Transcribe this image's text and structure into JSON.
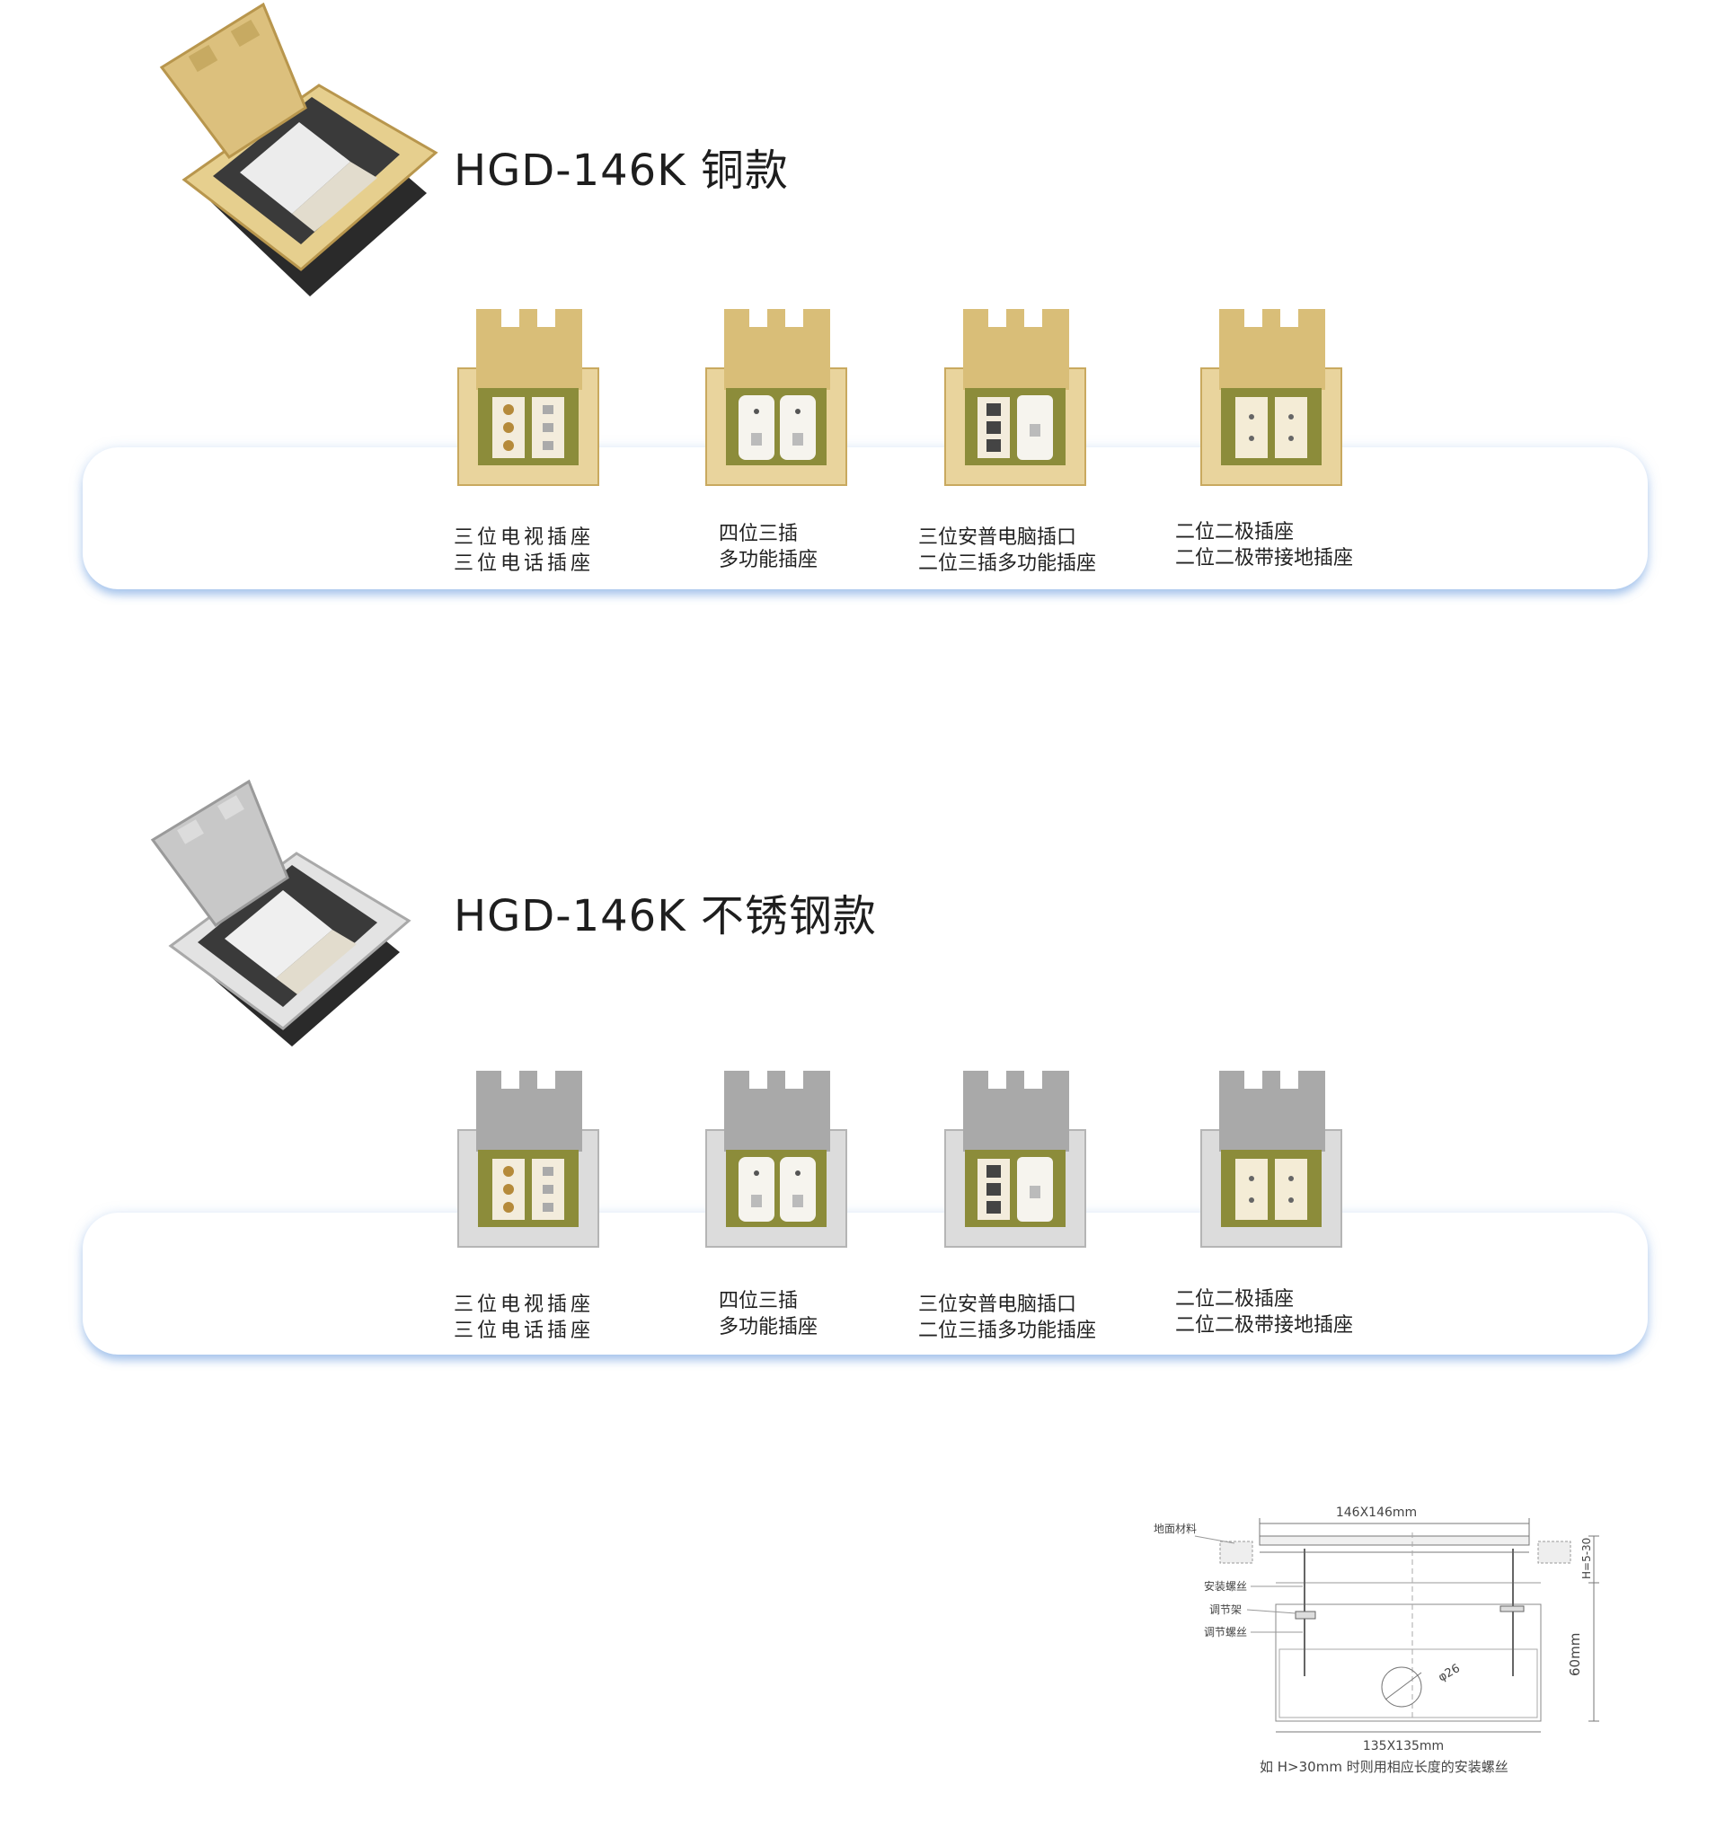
{
  "sections": [
    {
      "title": "HGD-146K 铜款",
      "finish": "brass",
      "colors": {
        "lid": "#d9be78",
        "lid_dark": "#b9974e",
        "frame": "#e9d49d",
        "frame_edge": "#c9a95f"
      },
      "products": [
        {
          "name": "tv-phone-socket",
          "lines": [
            "三位电视插座",
            "三位电话插座"
          ]
        },
        {
          "name": "multi-function-socket",
          "lines": [
            "四位三插",
            "多功能插座"
          ]
        },
        {
          "name": "computer-socket",
          "lines": [
            "三位安普电脑插口",
            "二位三插多功能插座"
          ]
        },
        {
          "name": "two-pole-socket",
          "lines": [
            "二位二极插座",
            "二位二极带接地插座"
          ]
        }
      ]
    },
    {
      "title": "HGD-146K 不锈钢款",
      "finish": "steel",
      "colors": {
        "lid": "#a9a9a9",
        "lid_dark": "#8a8a8a",
        "frame": "#d8d8d8",
        "frame_edge": "#b5b5b5"
      },
      "products": [
        {
          "name": "tv-phone-socket",
          "lines": [
            "三位电视插座",
            "三位电话插座"
          ]
        },
        {
          "name": "multi-function-socket",
          "lines": [
            "四位三插",
            "多功能插座"
          ]
        },
        {
          "name": "computer-socket",
          "lines": [
            "三位安普电脑插口",
            "二位三插多功能插座"
          ]
        },
        {
          "name": "two-pole-socket",
          "lines": [
            "二位二极插座",
            "二位二极带接地插座"
          ]
        }
      ]
    }
  ],
  "diagram": {
    "top_dim": "146X146mm",
    "bottom_dim": "135X135mm",
    "height_dim": "60mm",
    "adjust_dim": "H=5-30",
    "hole_dim": "φ26",
    "labels": [
      "地面材料",
      "安装螺丝",
      "调节架",
      "调节螺丝"
    ],
    "note": "如 H>30mm 时则用相应长度的安装螺丝"
  }
}
